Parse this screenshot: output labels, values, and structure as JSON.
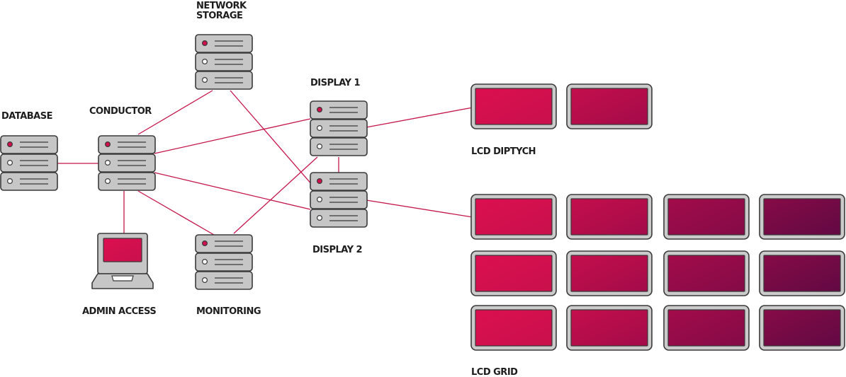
{
  "labels": {
    "network_storage_line1": "NETWORK",
    "network_storage_line2": "STORAGE",
    "database": "DATABASE",
    "conductor": "CONDUCTOR",
    "display1": "DISPLAY 1",
    "display2": "DISPLAY 2",
    "admin_access": "ADMIN ACCESS",
    "monitoring": "MONITORING",
    "lcd_diptych": "LCD DIPTYCH",
    "lcd_grid": "LCD GRID"
  },
  "colors": {
    "accent": "#c4154a",
    "screen_bright": "#d6114e",
    "screen_dark": "#6a0a45",
    "server_fill": "#c6c6c6",
    "outline": "#3a3a3a"
  },
  "icons": {
    "server": "server-rack-icon",
    "laptop": "laptop-icon",
    "lcd": "lcd-screen-icon"
  }
}
